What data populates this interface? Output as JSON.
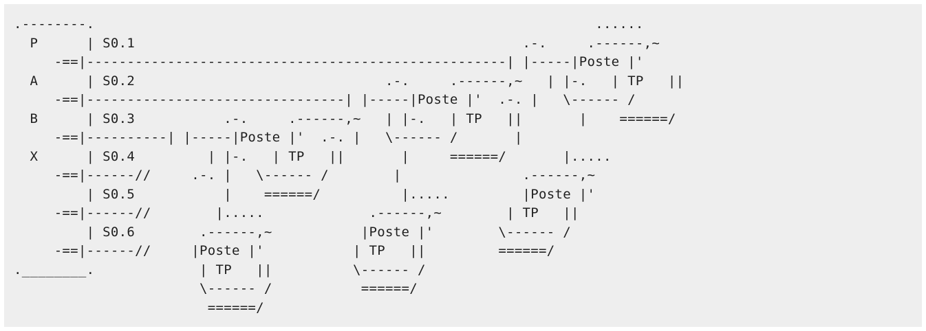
{
  "diagram": {
    "lines": [
      ".--------.                                                              ......",
      "  P      | S0.1                                                .-.     .------,~",
      "     -==|----------------------------------------------------| |-----|Poste |'",
      "  A      | S0.2                               .-.     .------,~   | |-.   | TP   ||",
      "     -==|--------------------------------| |-----|Poste |'  .-. |   \\------ /",
      "  B      | S0.3           .-.     .------,~   | |-.   | TP   ||       |    ======/",
      "     -==|----------| |-----|Poste |'  .-. |   \\------ /       |",
      "  X      | S0.4         | |-.   | TP   ||       |     ======/       |.....",
      "     -==|------//     .-. |   \\------ /        |               .------,~",
      "         | S0.5           |    ======/          |.....         |Poste |'",
      "     -==|------//        |.....             .------,~        | TP   ||",
      "         | S0.6        .------,~           |Poste |'        \\------ /",
      "     -==|------//     |Poste |'           | TP   ||         ======/",
      ".________.             | TP   ||          \\------ /",
      "                       \\------ /           ======/",
      "                        ======/"
    ]
  }
}
